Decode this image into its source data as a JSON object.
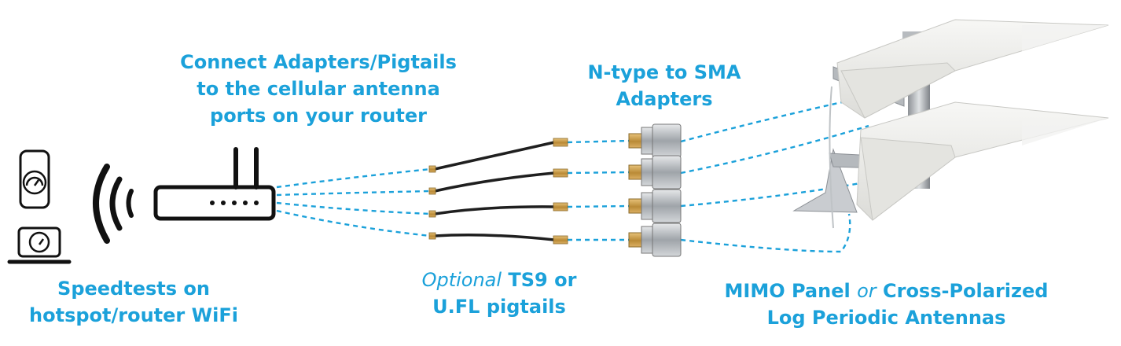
{
  "labels": {
    "router_line1": "Connect Adapters/Pigtails",
    "router_line2": "to the cellular antenna",
    "router_line3": "ports on your router",
    "adapters_line1": "N-type to SMA",
    "adapters_line2": "Adapters",
    "speedtests_line1": "Speedtests on",
    "speedtests_line2": "hotspot/router WiFi",
    "pigtails_italic": "Optional",
    "pigtails_rest": " TS9 or",
    "pigtails_line2": "U.FL pigtails",
    "antenna_part1": "MIMO Panel ",
    "antenna_italic": "or",
    "antenna_part2": " Cross-Polarized",
    "antenna_line2": "Log Periodic Antennas"
  },
  "colors": {
    "accent": "#1ba1da",
    "icon": "#111111",
    "cable": "#1f1f1f",
    "brass": "#c79a4a",
    "metal": "#a9adb2",
    "antenna": "#eeeeeb"
  },
  "icons": [
    "phone-speedometer-icon",
    "laptop-speedometer-icon",
    "wifi-signal-icon",
    "router-icon"
  ]
}
